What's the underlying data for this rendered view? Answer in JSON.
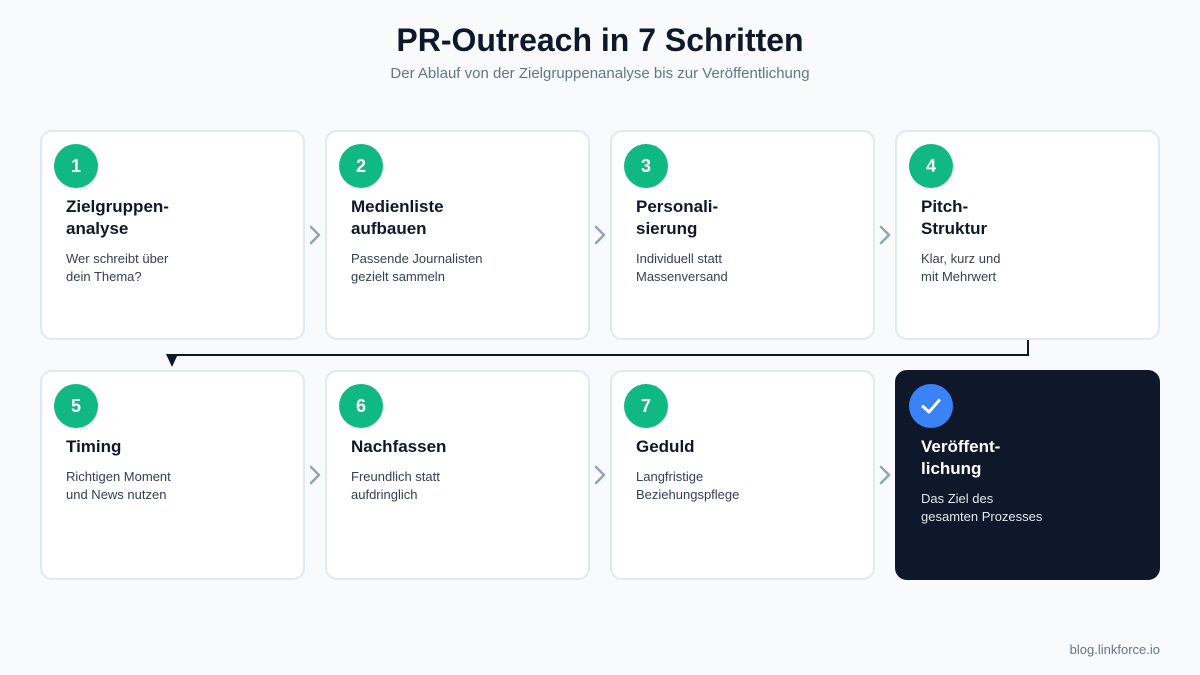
{
  "title": "PR-Outreach in 7 Schritten",
  "subtitle": "Der Ablauf von der Zielgruppenanalyse bis zur Veröffentlichung",
  "steps": [
    {
      "badge": "1",
      "title": "Zielgruppen-\nanalyse",
      "desc": "Wer schreibt über\ndein Thema?"
    },
    {
      "badge": "2",
      "title": "Medienliste\naufbauen",
      "desc": "Passende Journalisten\ngezielt sammeln"
    },
    {
      "badge": "3",
      "title": "Personali-\nsierung",
      "desc": "Individuell statt\nMassenversand"
    },
    {
      "badge": "4",
      "title": "Pitch-\nStruktur",
      "desc": "Klar, kurz und\nmit Mehrwert"
    },
    {
      "badge": "5",
      "title": "Timing",
      "desc": "Richtigen Moment\nund News nutzen"
    },
    {
      "badge": "6",
      "title": "Nachfassen",
      "desc": "Freundlich statt\naufdringlich"
    },
    {
      "badge": "7",
      "title": "Geduld",
      "desc": "Langfristige\nBeziehungspflege"
    }
  ],
  "final": {
    "icon": "check-icon",
    "title": "Veröffent-\nlichung",
    "desc": "Das Ziel des\ngesamten Prozesses"
  },
  "footer": "blog.linkforce.io",
  "colors": {
    "badge": "#10b981",
    "check": "#3b82f6",
    "final_bg": "#0f172a",
    "arrow": "#94a3b8",
    "connector": "#0f172a"
  }
}
